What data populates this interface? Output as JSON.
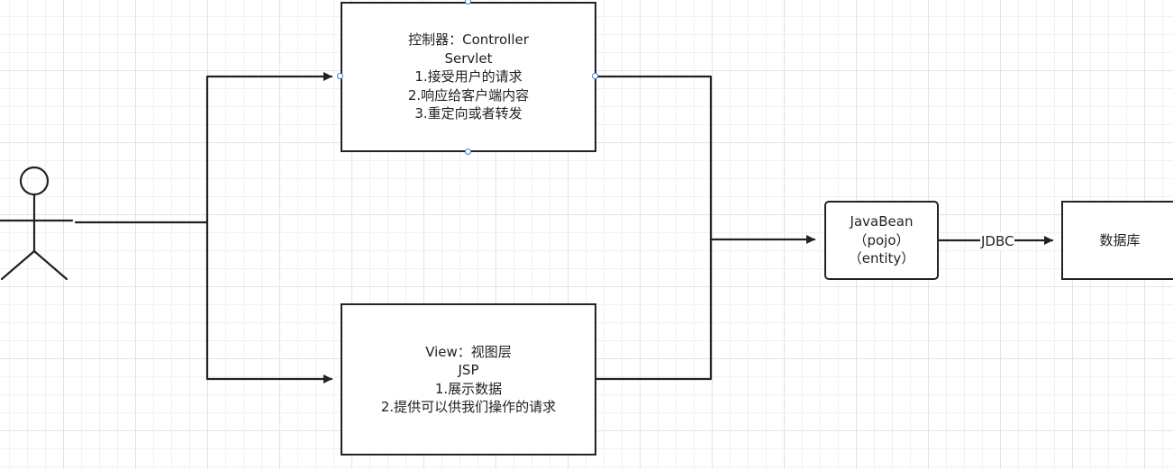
{
  "diagram": {
    "controller": {
      "lines": [
        "控制器：Controller",
        "Servlet",
        "1.接受用户的请求",
        "2.响应给客户端内容",
        "3.重定向或者转发"
      ]
    },
    "view": {
      "lines": [
        "View：视图层",
        "JSP",
        "1.展示数据",
        "2.提供可以供我们操作的请求"
      ]
    },
    "javabean": {
      "lines": [
        "JavaBean",
        "（pojo）",
        "（entity）"
      ]
    },
    "jdbc_label": "JDBC",
    "database": {
      "label": "数据库"
    }
  },
  "colors": {
    "stroke": "#222222",
    "grid": "#e3e3e3",
    "handle": "#3a86d6"
  }
}
